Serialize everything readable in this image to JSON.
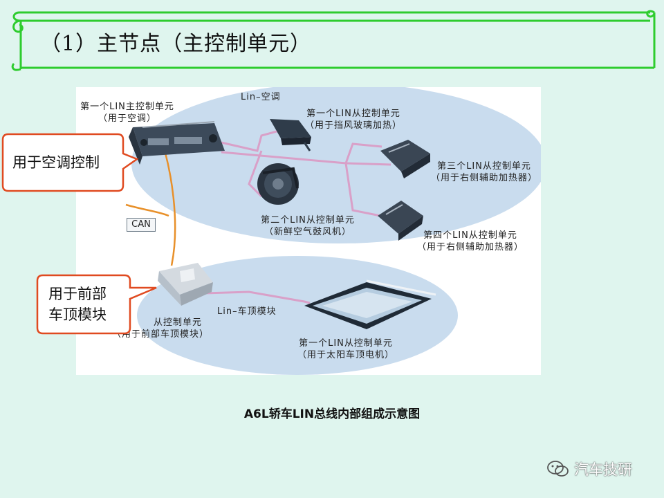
{
  "header": {
    "title": "（1）主节点（主控制单元）"
  },
  "diagram": {
    "bus_labels": {
      "lin_ac": "Lin–空调",
      "lin_roof": "Lin–车顶模块",
      "can": "CAN"
    },
    "nodes": {
      "master_ac": [
        "第一个LIN主控制单元",
        "（用于空调）"
      ],
      "slave_windshield": [
        "第一个LIN从控制单元",
        "（用于挡风玻璃加热）"
      ],
      "slave_fan": [
        "第二个LIN从控制单元",
        "（新鲜空气鼓风机）"
      ],
      "slave_right_heater_3": [
        "第三个LIN从控制单元",
        "（用于右侧辅助加热器）"
      ],
      "slave_right_heater_4": [
        "第四个LIN从控制单元",
        "（用于右侧辅助加热器）"
      ],
      "master_roof": [
        "从控制单元",
        "（用于前部车顶模块）"
      ],
      "slave_sunroof": [
        "第一个LIN从控制单元",
        "（用于太阳车顶电机）"
      ]
    },
    "callouts": {
      "ac_control": [
        "用于空调控制"
      ],
      "roof_module": [
        "用于前部",
        "车顶模块"
      ]
    },
    "caption": "A6L轿车LIN总线内部组成示意图"
  },
  "watermark": {
    "text": "汽车技研",
    "icon": "wechat-icon"
  },
  "colors": {
    "background": "#dff5ee",
    "banner_border": "#2ecc2e",
    "callout_border": "#e04a20",
    "can_wire": "#e8902a",
    "lin_wire": "#d9a0c8",
    "ellipse_fill": "#c9dcee"
  }
}
